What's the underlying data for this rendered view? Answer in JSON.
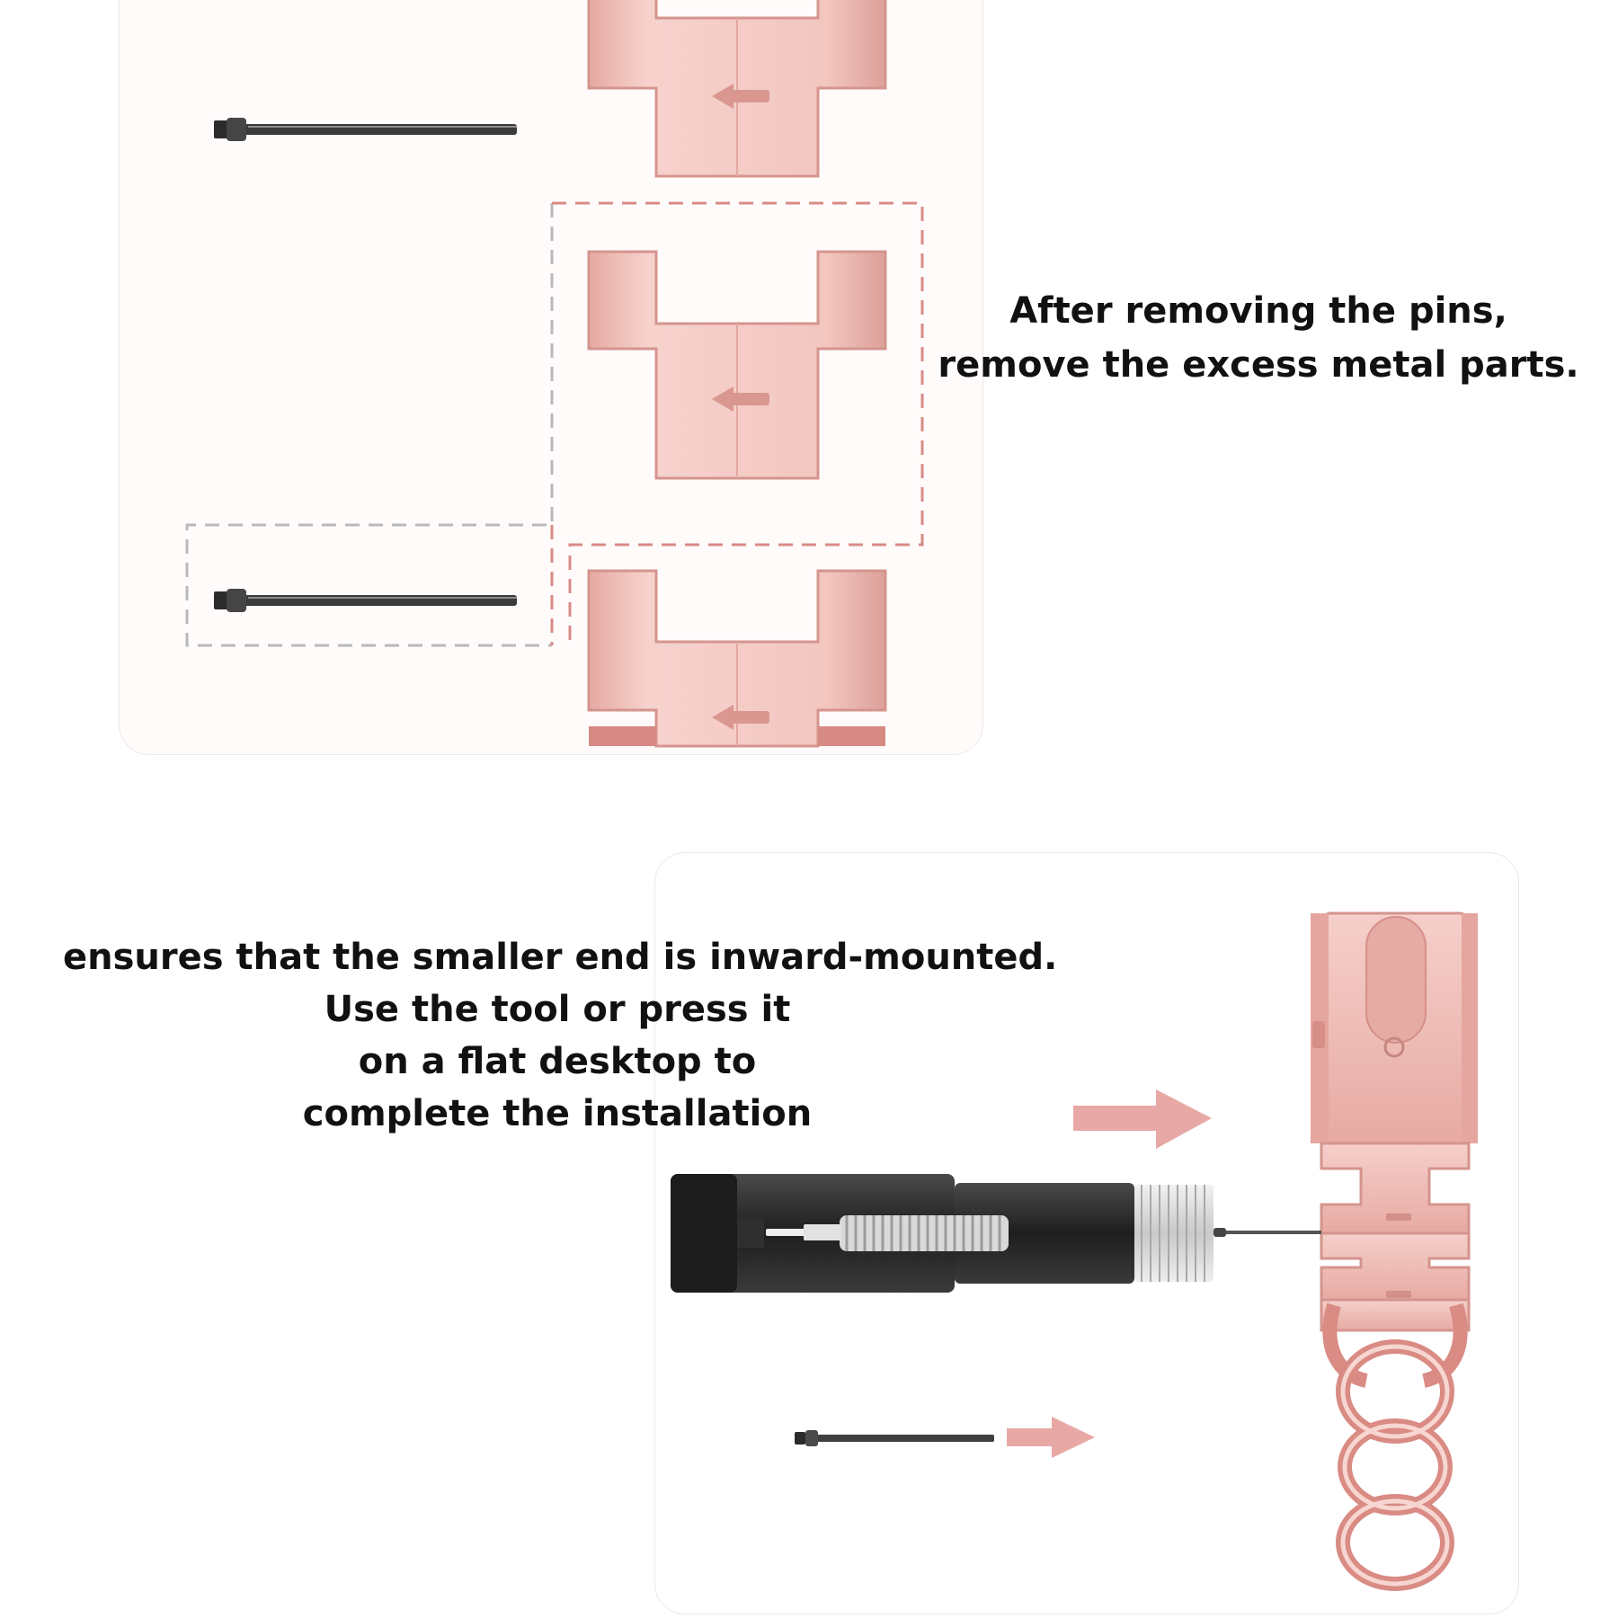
{
  "step_remove": {
    "caption_lines": [
      "After removing the pins,",
      "remove the excess metal parts."
    ]
  },
  "step_install": {
    "caption_lines": [
      "ensures that the smaller end is inward-mounted.",
      "Use the tool or press it",
      "on a flat desktop to",
      "complete the installation"
    ]
  },
  "colors": {
    "rose_gold": "#f2c4be",
    "rose_gold_dark": "#c98b85",
    "arrow_pink": "#e8a9a6",
    "dash_red": "#d98b86",
    "dash_grey": "#b9b9b9",
    "tool_black": "#2a2a2a",
    "pin_dark": "#444444"
  },
  "icons": [
    "pin-icon",
    "link-arrow-icon",
    "push-arrow-icon",
    "spring-bar-tool-icon"
  ]
}
